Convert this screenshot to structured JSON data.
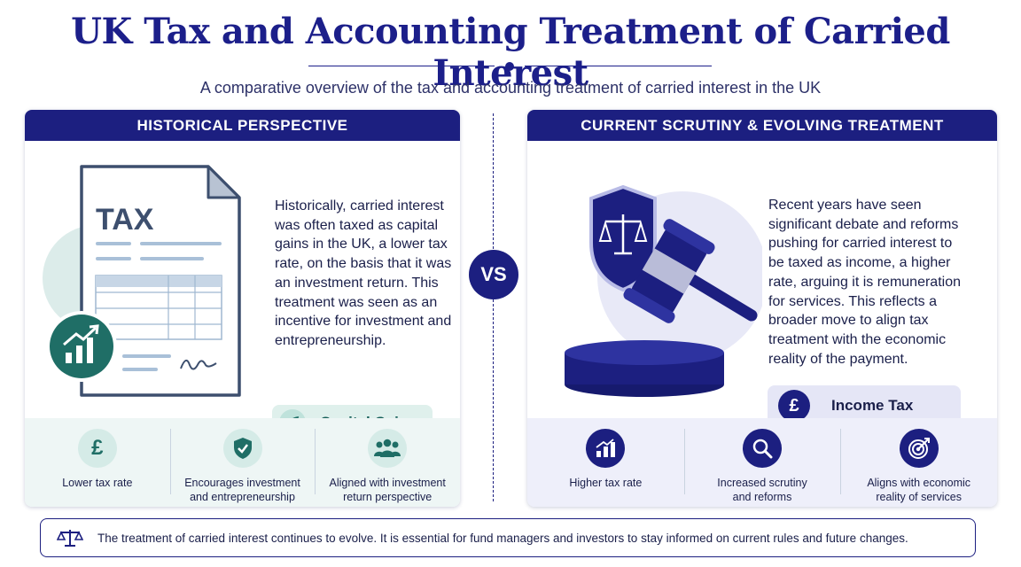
{
  "title": "UK Tax and Accounting Treatment of Carried Interest",
  "subtitle": "A comparative overview of the tax and accounting treatment of carried interest in the UK",
  "vs_label": "VS",
  "left": {
    "header": "HISTORICAL PERSPECTIVE",
    "doc_label": "TAX",
    "text": "Historically, carried interest was often taxed as capital gains in the UK, a lower tax rate, on the basis that it was an investment return. This treatment was seen as an incentive for investment and entrepreneurship.",
    "pill_label": "Capital Gains",
    "features": [
      {
        "icon": "pound-icon",
        "label": "Lower tax rate"
      },
      {
        "icon": "shield-check-icon",
        "label": "Encourages investment\nand entrepreneurship"
      },
      {
        "icon": "people-icon",
        "label": "Aligned with investment\nreturn perspective"
      }
    ]
  },
  "right": {
    "header": "CURRENT SCRUTINY & EVOLVING TREATMENT",
    "text": "Recent years have seen significant debate and reforms pushing for carried interest to be taxed as income, a higher rate, arguing it is remuneration for services. This reflects a broader move to align tax treatment with the economic reality of the payment.",
    "pill_icon_text": "£",
    "pill_label": "Income Tax",
    "features": [
      {
        "icon": "bar-chart-icon",
        "label": "Higher tax rate"
      },
      {
        "icon": "magnifier-icon",
        "label": "Increased scrutiny\nand reforms"
      },
      {
        "icon": "target-icon",
        "label": "Aligns with economic\nreality of services"
      }
    ]
  },
  "note": "The treatment of carried interest continues to evolve. It is essential for fund managers and investors to stay informed on current rules and future changes.",
  "colors": {
    "navy": "#1c1f80",
    "teal": "#1f6e66",
    "lavender": "#e5e6f6"
  }
}
